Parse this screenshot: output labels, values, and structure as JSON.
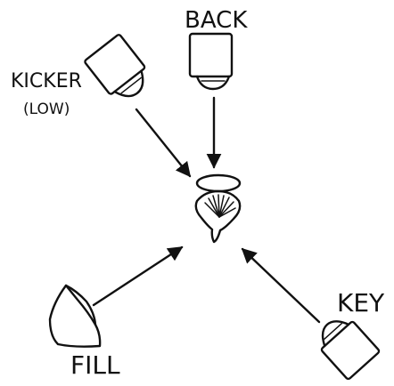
{
  "diagram": {
    "labels": {
      "back": "BACK",
      "kicker": "KICKER",
      "kicker_note": "(LOW)",
      "fill": "FILL",
      "key": "KEY"
    },
    "ink_color": "#111111",
    "background": "#ffffff"
  }
}
